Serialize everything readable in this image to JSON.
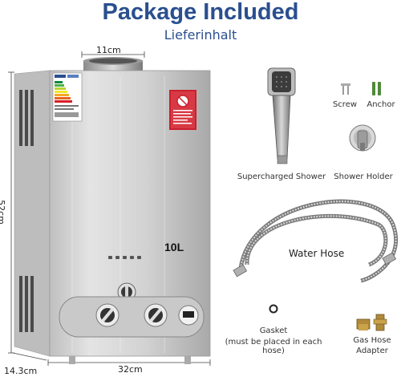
{
  "header": {
    "title": "Package Included",
    "subtitle": "Lieferinhalt"
  },
  "dimensions": {
    "width_top": "11cm",
    "height": "52cm",
    "depth": "14.3cm",
    "width_bottom": "32cm"
  },
  "heater": {
    "capacity": "10L"
  },
  "items": {
    "shower": "Supercharged Shower",
    "screw": "Screw",
    "anchor": "Anchor",
    "shower_holder": "Shower Holder",
    "water_hose": "Water Hose",
    "gasket": "Gasket",
    "gasket_note": "(must be placed in each hose)",
    "gas_hose_adapter_line1": "Gas Hose",
    "gas_hose_adapter_line2": "Adapter"
  },
  "colors": {
    "title": "#2a4f8f",
    "steel": "#d9d9d9",
    "warning": "#cc1f2d"
  }
}
